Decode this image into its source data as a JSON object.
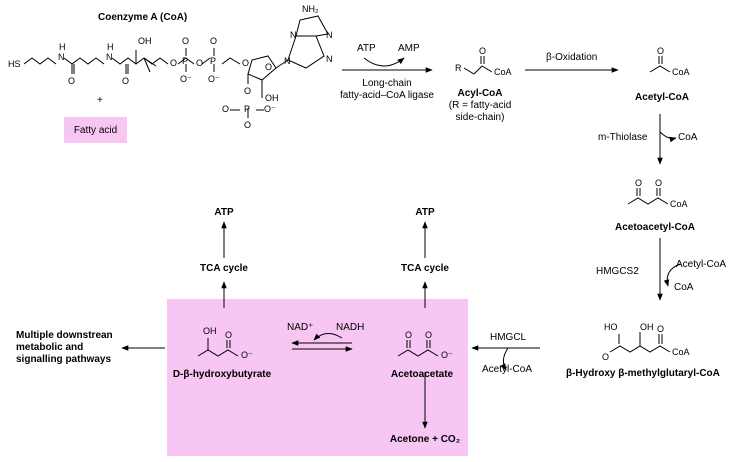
{
  "colors": {
    "highlight": "#f7c6f3",
    "ink": "#000000",
    "background": "#ffffff"
  },
  "coa": {
    "title": "Coenzyme A (CoA)",
    "plus": "+",
    "fatty_acid": "Fatty acid",
    "atoms": {
      "hs": "HS",
      "n_h_1": "N",
      "h_1": "H",
      "n_h_2": "N",
      "h_2": "H",
      "oh": "OH",
      "o1": "O",
      "o2": "O",
      "o3": "O",
      "o4": "O",
      "p1": "P",
      "p2": "P",
      "o5": "O",
      "o6": "O",
      "o7": "O",
      "o8": "O",
      "nh2": "NH₂",
      "n1": "N",
      "n2": "N",
      "n3": "N",
      "n4": "N",
      "o9": "O",
      "oh2": "OH",
      "o10": "O",
      "p3": "P",
      "o11": "O",
      "o12": "O⁻",
      "o13": "O⁻",
      "o14": "O⁻",
      "o15": "O",
      "o16": "O"
    }
  },
  "step1": {
    "atp": "ATP",
    "amp": "AMP",
    "enzyme_line1": "Long-chain",
    "enzyme_line2": "fatty-acid–CoA ligase"
  },
  "acyl_coa": {
    "r": "R",
    "coa": "CoA",
    "o": "O",
    "name": "Acyl-CoA",
    "note1": "(R = fatty-acid",
    "note2": "side-chain)"
  },
  "step2": {
    "label": "β-Oxidation"
  },
  "acetyl_coa": {
    "o": "O",
    "coa": "CoA",
    "name": "Acetyl-CoA"
  },
  "step3": {
    "enzyme": "m-Thiolase",
    "coa": "CoA"
  },
  "acetoacetyl_coa": {
    "o1": "O",
    "o2": "O",
    "coa": "CoA",
    "name": "Acetoacetyl-CoA"
  },
  "step4": {
    "enzyme": "HMGCS2",
    "acetyl_coa": "Acetyl-CoA",
    "coa": "CoA"
  },
  "hmg_coa": {
    "ho": "HO",
    "oh": "OH",
    "o1": "O",
    "o2": "O",
    "coa": "CoA",
    "name": "β-Hydroxy β-methylglutaryl-CoA"
  },
  "step5": {
    "enzyme": "HMGCL",
    "acetyl_coa": "Acetyl-CoA"
  },
  "acetoacetate": {
    "o1": "O",
    "o2": "O",
    "o3": "O⁻",
    "name": "Acetoacetate"
  },
  "acetone": {
    "name": "Acetone + CO₂"
  },
  "nad": {
    "nad_plus": "NAD⁺",
    "nadh": "NADH"
  },
  "dbhb": {
    "oh": "OH",
    "o1": "O",
    "o2": "O⁻",
    "name": "D-β-hydroxybutyrate"
  },
  "tca_left": "TCA cycle",
  "tca_right": "TCA cycle",
  "atp_left": "ATP",
  "atp_right": "ATP",
  "downstream": {
    "line1": "Multiple downstrean",
    "line2": "metabolic and",
    "line3": "signalling pathways"
  }
}
